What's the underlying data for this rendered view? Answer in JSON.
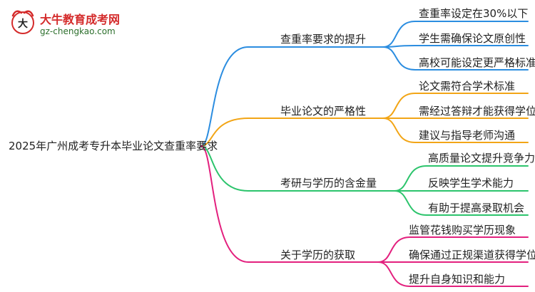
{
  "logo": {
    "icon": "bull-logo-icon",
    "title": "大牛教育成考网",
    "url": "gz-chengkao.com"
  },
  "colors": {
    "blue": "#2b8de0",
    "orange": "#f2a516",
    "green": "#2cc46c",
    "pink": "#e3207e"
  },
  "mindmap": {
    "root": "2025年广州成考专升本毕业论文查重率要求",
    "branches": [
      {
        "label": "查重率要求的提升",
        "color": "blue",
        "children": [
          "查重率设定在30%以下",
          "学生需确保论文原创性",
          "高校可能设定更严格标准"
        ]
      },
      {
        "label": "毕业论文的严格性",
        "color": "orange",
        "children": [
          "论文需符合学术标准",
          "需经过答辩才能获得学位",
          "建议与指导老师沟通"
        ]
      },
      {
        "label": "考研与学历的含金量",
        "color": "green",
        "children": [
          "高质量论文提升竞争力",
          "反映学生学术能力",
          "有助于提高录取机会"
        ]
      },
      {
        "label": "关于学历的获取",
        "color": "pink",
        "children": [
          "监管花钱购买学历现象",
          "确保通过正规渠道获得学位",
          "提升自身知识和能力"
        ]
      }
    ]
  }
}
